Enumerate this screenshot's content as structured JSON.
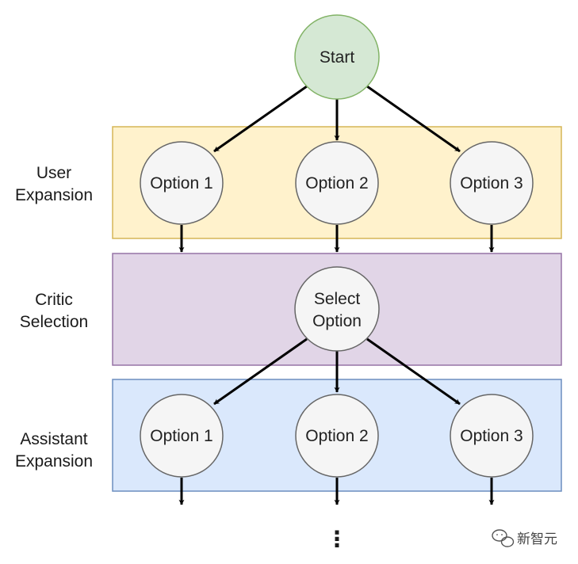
{
  "bands": {
    "user": {
      "label_line1": "User",
      "label_line2": "Expansion",
      "fill": "#fff2cc",
      "stroke": "#d6b656"
    },
    "critic": {
      "label_line1": "Critic",
      "label_line2": "Selection",
      "fill": "#e1d5e7",
      "stroke": "#9673a6"
    },
    "assistant": {
      "label_line1": "Assistant",
      "label_line2": "Expansion",
      "fill": "#dae8fc",
      "stroke": "#6c8ebf"
    }
  },
  "nodes": {
    "start": {
      "label": "Start",
      "fill": "#d5e8d4",
      "stroke": "#82b366"
    },
    "user_option_1": {
      "label": "Option 1"
    },
    "user_option_2": {
      "label": "Option 2"
    },
    "user_option_3": {
      "label": "Option 3"
    },
    "select": {
      "label_line1": "Select",
      "label_line2": "Option"
    },
    "assistant_option_1": {
      "label": "Option 1"
    },
    "assistant_option_2": {
      "label": "Option 2"
    },
    "assistant_option_3": {
      "label": "Option 3"
    },
    "option_fill": "#f5f5f5",
    "option_stroke": "#666666"
  },
  "continuation": {
    "symbol": "⋮"
  },
  "watermark": {
    "text": "新智元"
  }
}
